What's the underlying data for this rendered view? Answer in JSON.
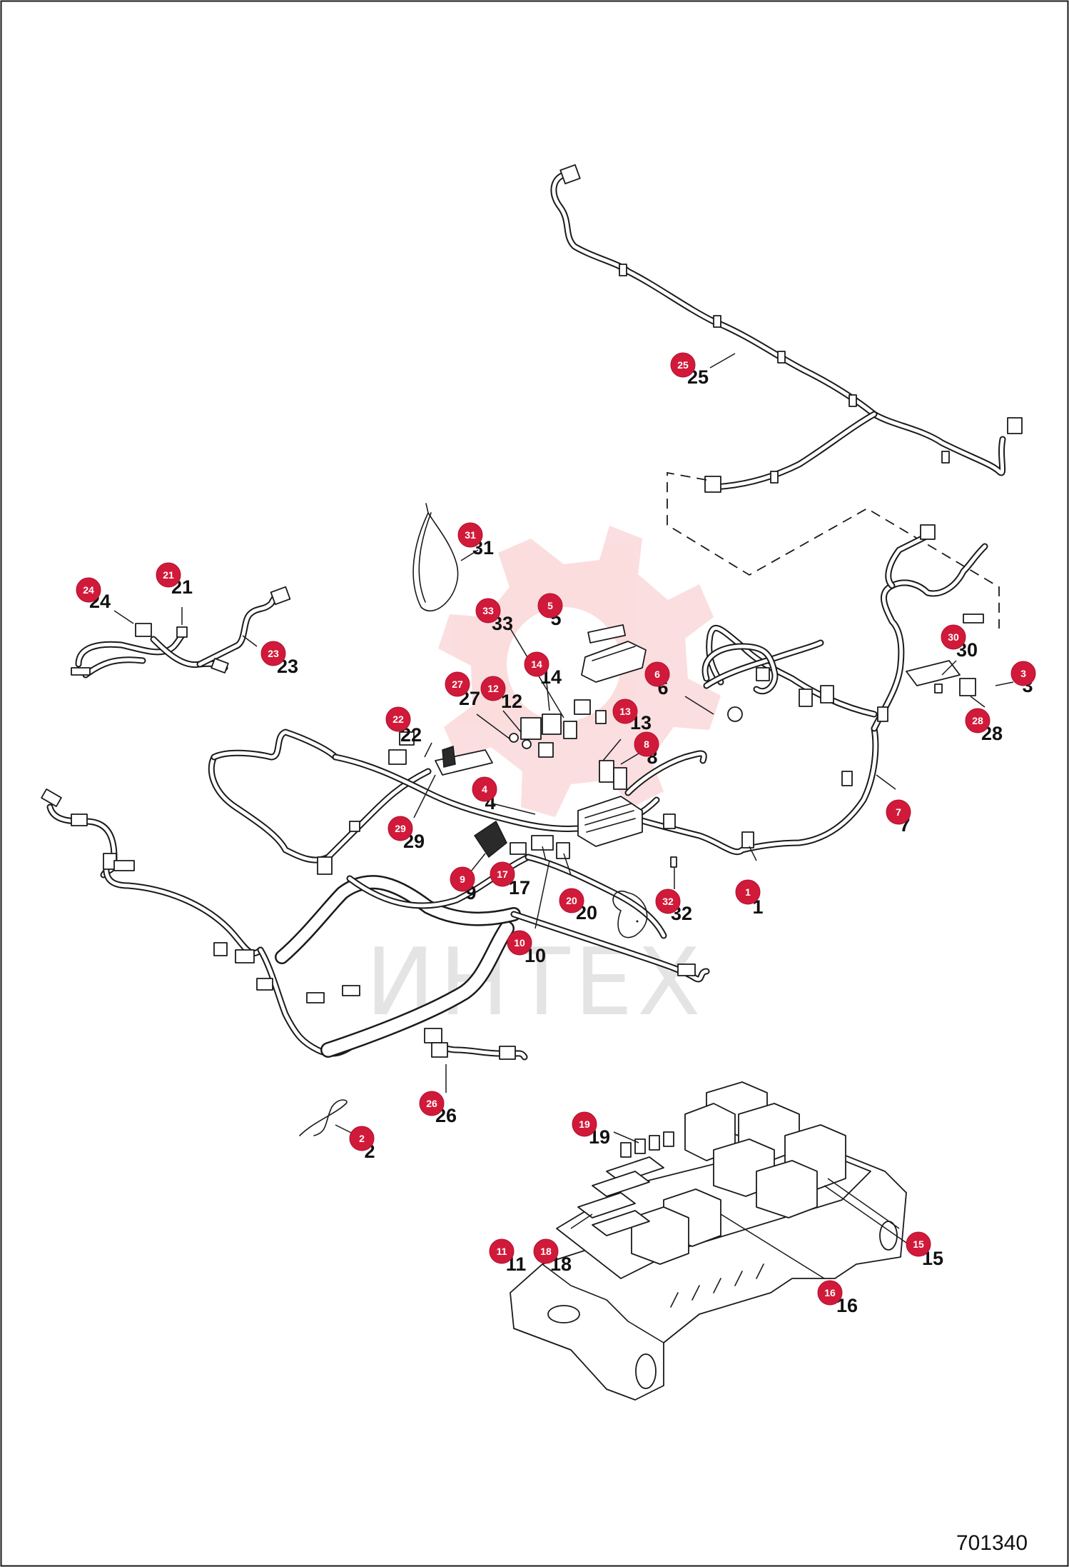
{
  "figure_id": "701340",
  "watermark_text": "ИНТЕХ",
  "accent_color": "#d11a3a",
  "parts": [
    {
      "num": "1"
    },
    {
      "num": "2"
    },
    {
      "num": "3"
    },
    {
      "num": "4"
    },
    {
      "num": "5"
    },
    {
      "num": "6"
    },
    {
      "num": "7"
    },
    {
      "num": "8"
    },
    {
      "num": "9"
    },
    {
      "num": "10"
    },
    {
      "num": "11"
    },
    {
      "num": "12"
    },
    {
      "num": "13"
    },
    {
      "num": "14"
    },
    {
      "num": "15"
    },
    {
      "num": "16"
    },
    {
      "num": "17"
    },
    {
      "num": "18"
    },
    {
      "num": "19"
    },
    {
      "num": "20"
    },
    {
      "num": "21"
    },
    {
      "num": "22"
    },
    {
      "num": "23"
    },
    {
      "num": "24"
    },
    {
      "num": "25"
    },
    {
      "num": "26"
    },
    {
      "num": "27"
    },
    {
      "num": "28"
    },
    {
      "num": "29"
    },
    {
      "num": "30"
    },
    {
      "num": "31"
    },
    {
      "num": "32"
    },
    {
      "num": "33"
    }
  ]
}
